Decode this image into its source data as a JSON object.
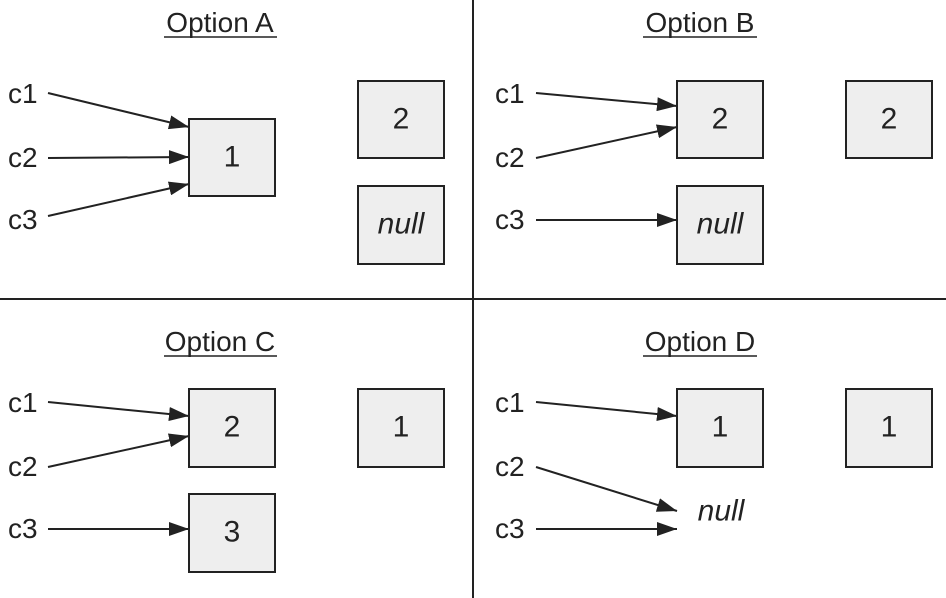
{
  "panels": [
    {
      "title": "Option A",
      "refs": [
        "c1",
        "c2",
        "c3"
      ],
      "boxes": [
        "1",
        "2",
        "null"
      ]
    },
    {
      "title": "Option B",
      "refs": [
        "c1",
        "c2",
        "c3"
      ],
      "boxes": [
        "2",
        "null",
        "2"
      ]
    },
    {
      "title": "Option C",
      "refs": [
        "c1",
        "c2",
        "c3"
      ],
      "boxes": [
        "2",
        "3",
        "1"
      ]
    },
    {
      "title": "Option D",
      "refs": [
        "c1",
        "c2",
        "c3"
      ],
      "boxes": [
        "1",
        "1"
      ],
      "null_label": "null"
    }
  ]
}
